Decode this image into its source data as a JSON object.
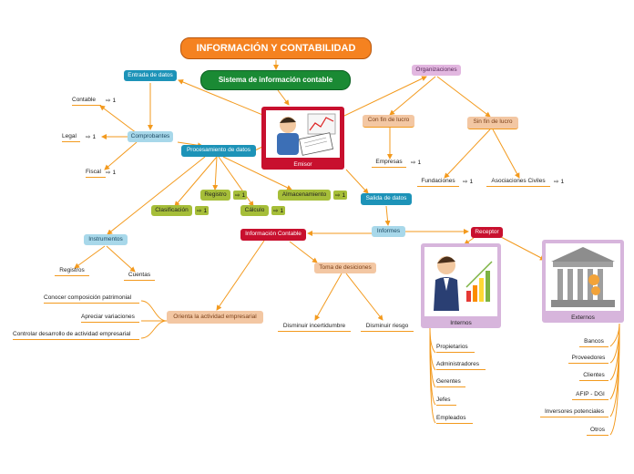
{
  "title": "INFORMACIÓN Y CONTABILIDAD",
  "system": "Sistema de información contable",
  "emisor": "Emisor",
  "entrada": {
    "label": "Entrada de datos",
    "contable": "Contable",
    "comprobantes": "Comprobantes",
    "legal": "Legal",
    "fiscal": "Fiscal"
  },
  "procesamiento": {
    "label": "Procesamiento de datos",
    "registro": "Registro",
    "clasificacion": "Clasificación",
    "almacenamiento": "Almacenamiento",
    "calculo": "Cálculo",
    "instrumentos": "Instrumentos",
    "registros": "Registros",
    "cuentas": "Cuentas"
  },
  "organizaciones": {
    "label": "Organizaciones",
    "con_fin": "Con fin de lucro",
    "empresas": "Empresas",
    "sin_fin": "Sin fin de lucro",
    "fundaciones": "Fundaciones",
    "asociaciones": "Asociaciones Civiles"
  },
  "salida": "Salida de datos",
  "informes": "Informes",
  "info_contable": "Información Contable",
  "toma": "Toma de desiciones",
  "disminuir_incert": "Disminuir incertidumbre",
  "disminuir_riesgo": "Disminuir riesgo",
  "orienta": "Orienta la actividad empresarial",
  "orienta_items": [
    "Conocer composición patrimonial",
    "Apreciar variaciones",
    "Controlar desarrollo de actividad empresarial"
  ],
  "receptor": "Receptor",
  "internos": {
    "label": "Internos",
    "items": [
      "Propietarios",
      "Administradores",
      "Gerentes",
      "Jefes",
      "Empleados"
    ]
  },
  "externos": {
    "label": "Externos",
    "items": [
      "Bancos",
      "Proveedores",
      "Clientes",
      "AFIP - DGI",
      "Inversores potenciales",
      "Otros"
    ]
  },
  "comment_count": "1",
  "colors": {
    "line": "#f39a1e",
    "title": "#f58220",
    "system": "#1a8a34"
  }
}
